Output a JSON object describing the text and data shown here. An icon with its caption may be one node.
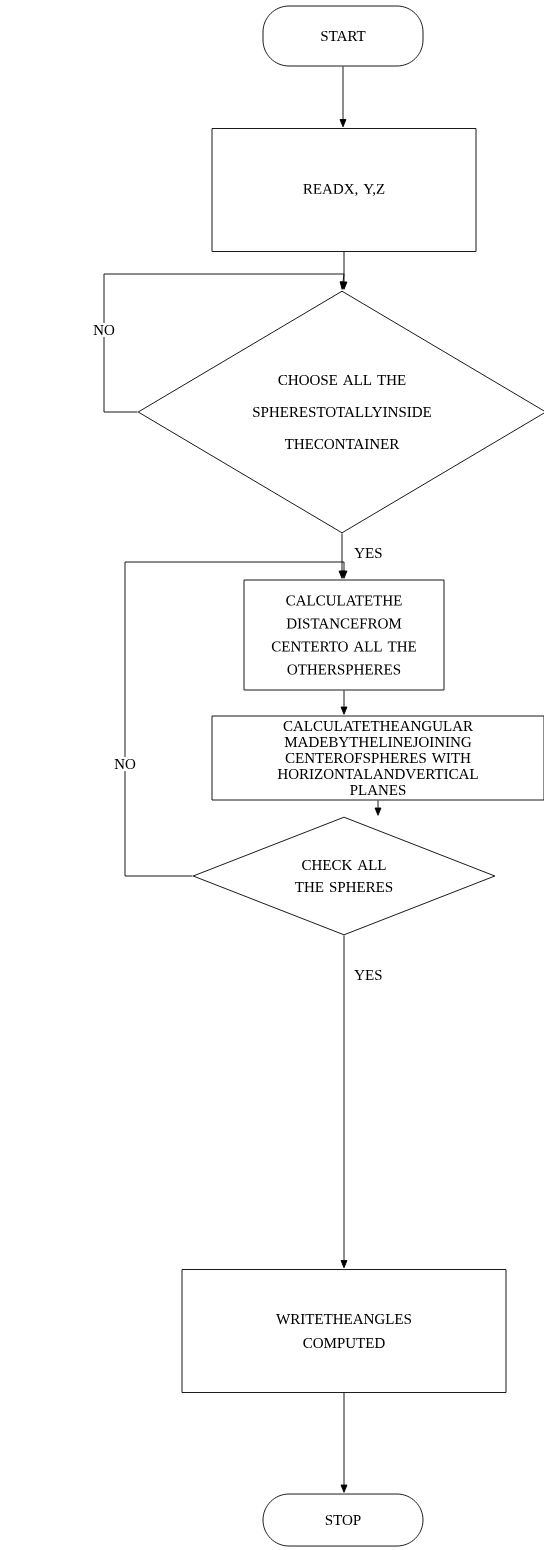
{
  "diagram": {
    "nodes": [
      {
        "text": [
          "START"
        ]
      },
      {
        "text": [
          "READX, Y,Z"
        ]
      },
      {
        "text": [
          "CHOOSE ALL THE SPHERESTOTALLYINSIDE THECONTAINER"
        ]
      },
      {
        "text": [
          "CALCULATETHE DISTANCEFROM CENTERTO ALL THE OTHERSPHERES"
        ]
      },
      {
        "text": [
          "CALCULATETHEANGULAR MADEBYTHELINEJOINING CENTEROFSPHERES WITH HORIZONTALANDVERTICAL PLANES"
        ]
      },
      {
        "text": [
          "CHECK ALL THE SPHERES"
        ]
      },
      {
        "text": [
          "WRITETHEANGLES COMPUTED"
        ]
      },
      {
        "text": [
          "STOP"
        ]
      }
    ],
    "edges": [
      {
        "from": 0,
        "to": 1,
        "arrow": "to"
      },
      {
        "from": 1,
        "to": 2,
        "arrow": "to"
      },
      {
        "from": 2,
        "to": 2,
        "arrow": "to",
        "label": "NO"
      },
      {
        "from": 2,
        "to": 3,
        "arrow": "to",
        "label": "YES"
      },
      {
        "from": 3,
        "to": 4,
        "arrow": "to"
      },
      {
        "from": 4,
        "to": 5,
        "arrow": "to"
      },
      {
        "from": 5,
        "to": 3,
        "arrow": "to",
        "label": "NO"
      },
      {
        "from": 5,
        "to": 6,
        "arrow": "to",
        "label": "YES"
      },
      {
        "from": 6,
        "to": 7,
        "arrow": "to"
      }
    ]
  }
}
